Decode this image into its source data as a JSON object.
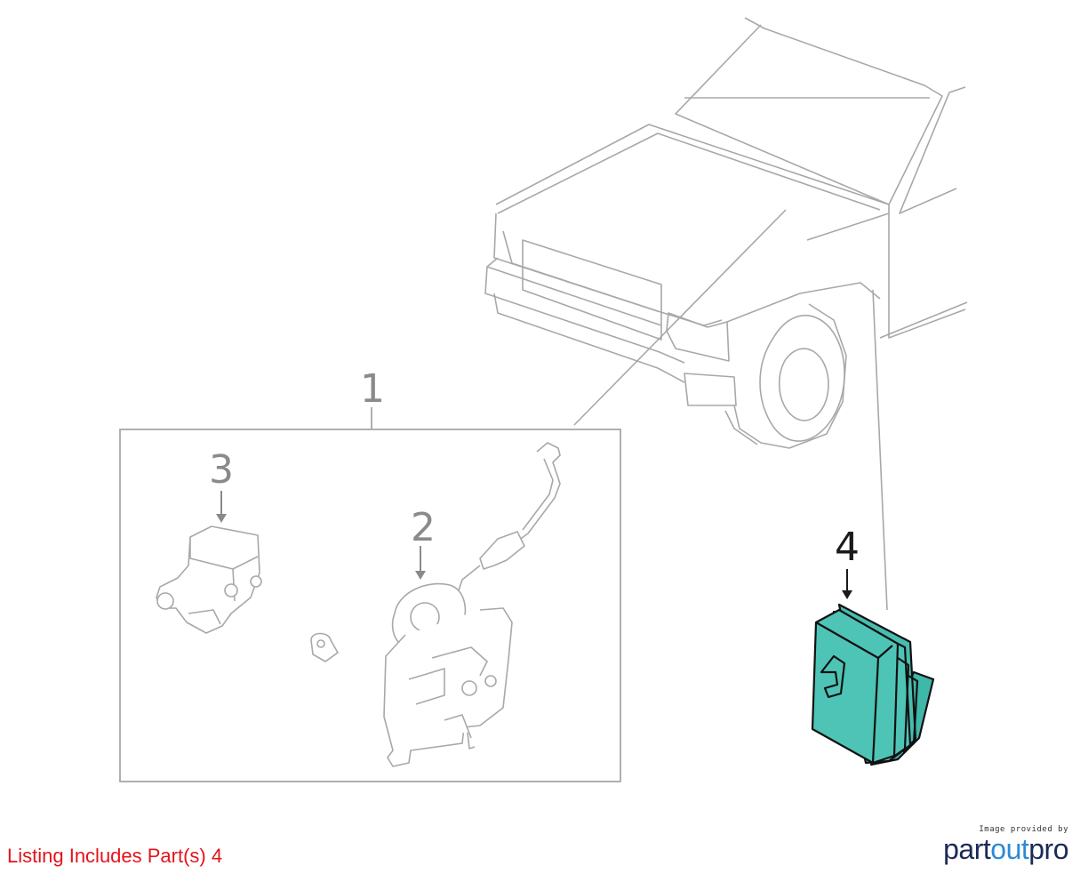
{
  "callouts": {
    "assembly": "1",
    "actuator": "2",
    "servo": "3",
    "control_module": "4"
  },
  "footer": {
    "listing_note": "Listing Includes Part(s) 4",
    "image_credit": "Image provided by",
    "brand_prefix": "part",
    "brand_accent": "out",
    "brand_suffix": "pro"
  },
  "colors": {
    "highlight_part": "#4ec4b6",
    "line_grey": "#a8a8a8",
    "label_grey": "#8a8a8a",
    "listing_red": "#e3141b",
    "brand_dark": "#1b2a57",
    "brand_accent": "#2d8ad6"
  }
}
